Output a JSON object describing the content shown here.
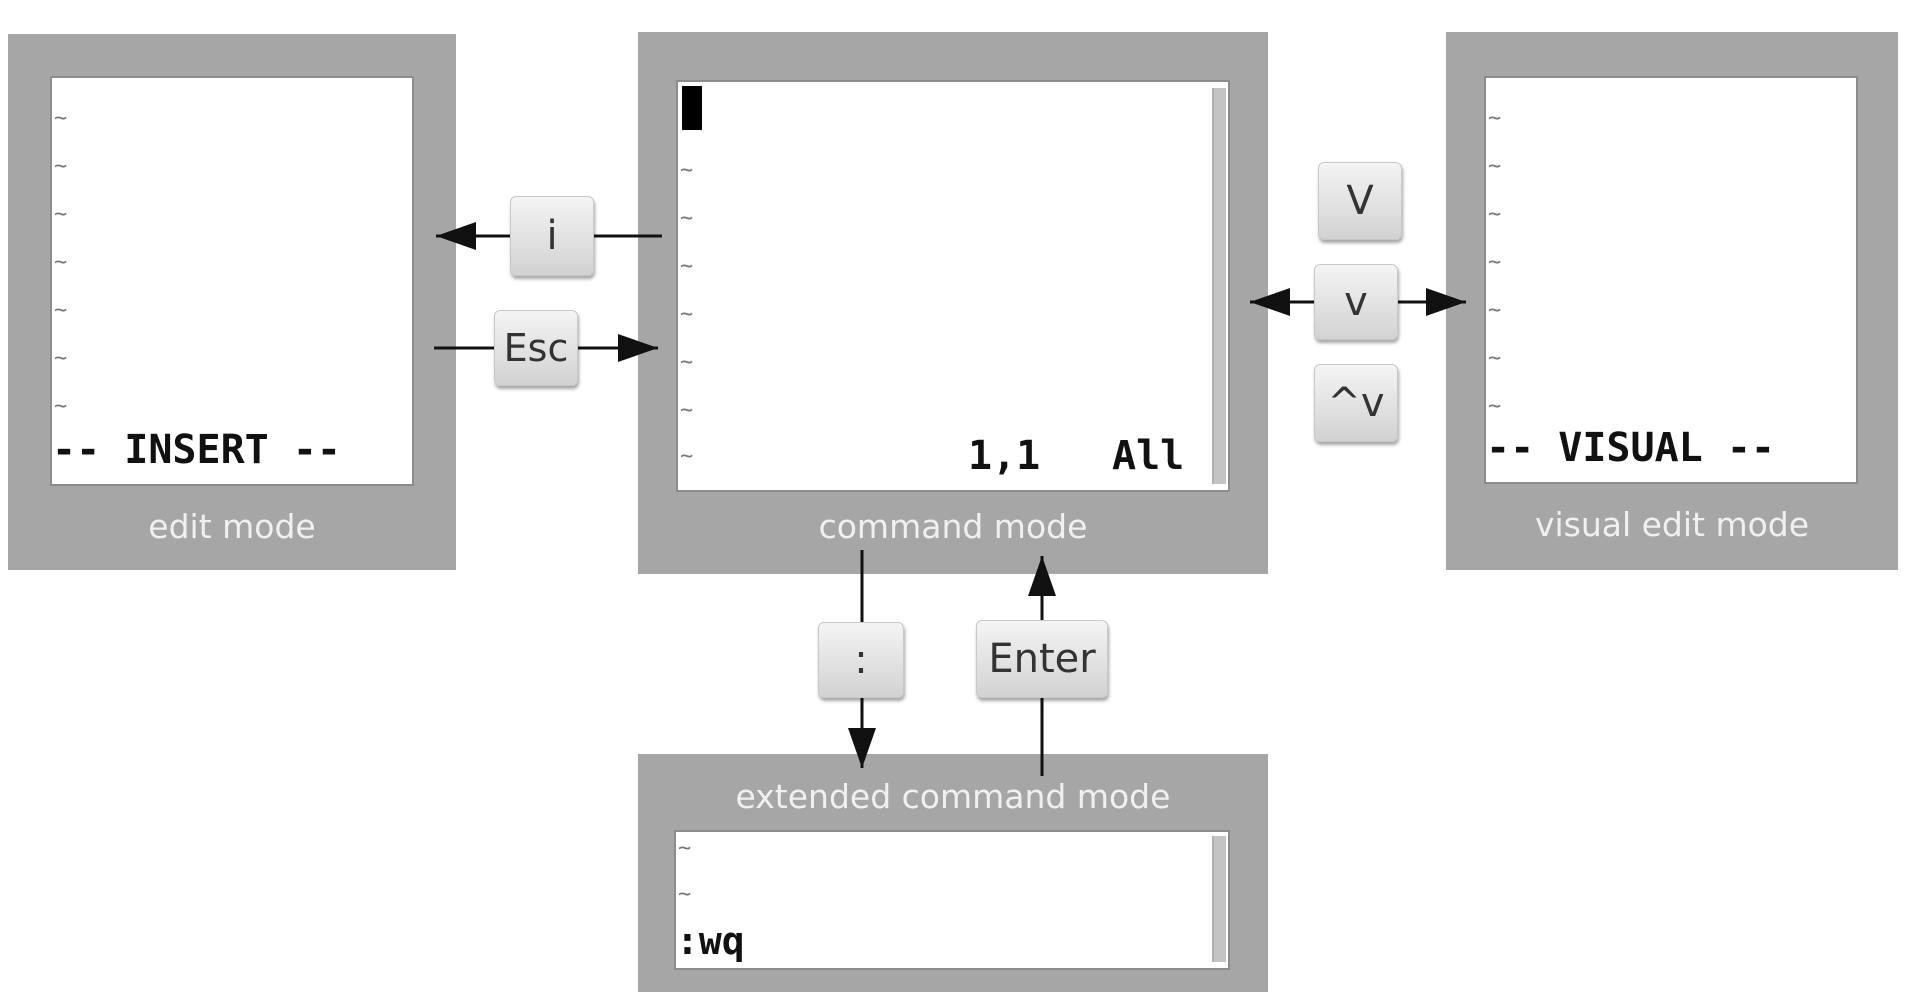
{
  "panels": {
    "edit": {
      "label": "edit mode",
      "status": "-- INSERT --"
    },
    "command": {
      "label": "command mode",
      "status_pos": "1,1",
      "status_all": "All"
    },
    "visual": {
      "label": "visual edit mode",
      "status": "-- VISUAL --"
    },
    "extended": {
      "label": "extended command mode",
      "command": ":wq"
    }
  },
  "keys": {
    "insert": "i",
    "escape": "Esc",
    "visual_line": "V",
    "visual": "v",
    "visual_block": "^v",
    "colon": ":",
    "enter": "Enter"
  },
  "tilde_char": "~",
  "colors": {
    "panel": "#a6a6a6",
    "screen": "#ffffff",
    "label": "#f0f0f0",
    "arrow": "#111111"
  }
}
